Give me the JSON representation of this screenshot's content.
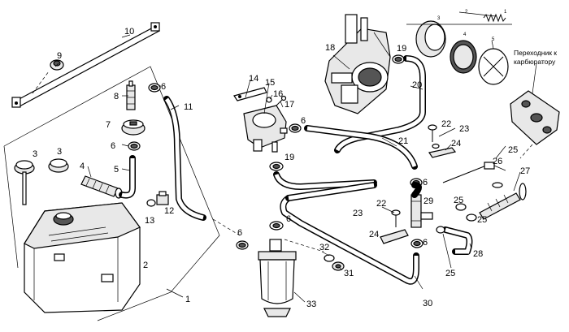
{
  "labels": {
    "l1": "1",
    "l2": "2",
    "l3a": "3",
    "l3b": "3",
    "l4": "4",
    "l5": "5",
    "l6a": "6",
    "l6b": "6",
    "l6c": "6",
    "l6d": "6",
    "l6e": "6",
    "l6f": "6",
    "l6g": "6",
    "l7": "7",
    "l8": "8",
    "l9": "9",
    "l10": "10",
    "l11": "11",
    "l12": "12",
    "l13": "13",
    "l14": "14",
    "l15": "15",
    "l16": "16",
    "l17": "17",
    "l18": "18",
    "l19a": "19",
    "l19b": "19",
    "l20": "20",
    "l21": "21",
    "l22a": "22",
    "l22b": "22",
    "l23a": "23",
    "l23b": "23",
    "l24a": "24",
    "l24b": "24",
    "l25a": "25",
    "l25b": "25",
    "l25c": "25",
    "l25d": "25",
    "l26": "26",
    "l27": "27",
    "l28": "28",
    "l29": "29",
    "l30": "30",
    "l31": "31",
    "l32": "32",
    "l33": "33",
    "s1": "1",
    "s2": "2",
    "s3": "3",
    "s4": "4",
    "s5": "5"
  },
  "note": {
    "line1": "Переходник к",
    "line2": "карбюратору"
  }
}
